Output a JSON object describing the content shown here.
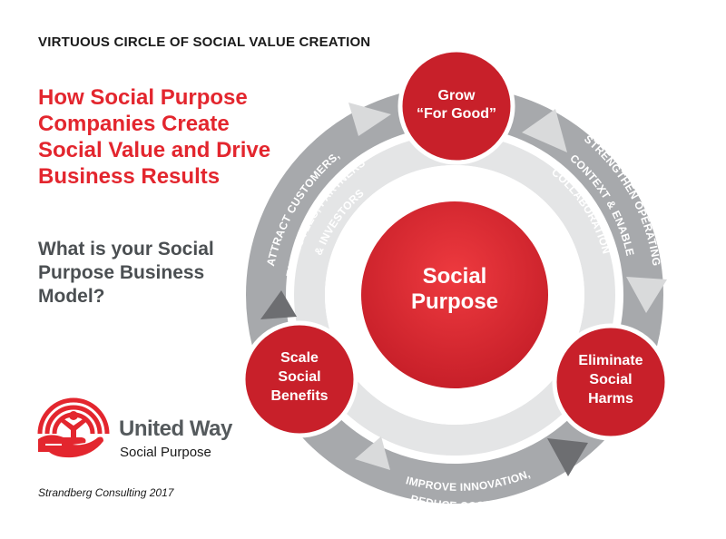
{
  "header": {
    "kicker": "VIRTUOUS CIRCLE OF SOCIAL VALUE CREATION",
    "headline": "How Social Purpose Companies Create Social Value and Drive Business Results",
    "question": "What is your Social Purpose Business Model?"
  },
  "diagram": {
    "center": [
      "Social",
      "Purpose"
    ],
    "nodes": {
      "grow": [
        "Grow",
        "“For Good”"
      ],
      "eliminate": [
        "Eliminate",
        "Social",
        "Harms"
      ],
      "scale": [
        "Scale",
        "Social",
        "Benefits"
      ]
    },
    "arcs": {
      "left": [
        "ATTRACT CUSTOMERS,",
        "EMPLOYEES, PARTNERS",
        "& INVESTORS"
      ],
      "right": [
        "STRENGTHEN OPERATING",
        "CONTEXT & ENABLE",
        "COLLABORATION"
      ],
      "bottom": [
        "IMPROVE INNOVATION,",
        "REDUCE COSTS & RISKS"
      ]
    }
  },
  "branding": {
    "org_name": "United Way",
    "org_sub": "Social Purpose",
    "credit": "Strandberg Consulting 2017"
  },
  "colors": {
    "red": "#e3262e",
    "dark_red": "#c8202a",
    "gray": "#a7a9ac",
    "light_gray": "#e4e5e6",
    "arrow_gray": "#d9dadb",
    "dark_arrow": "#6d6e71"
  }
}
